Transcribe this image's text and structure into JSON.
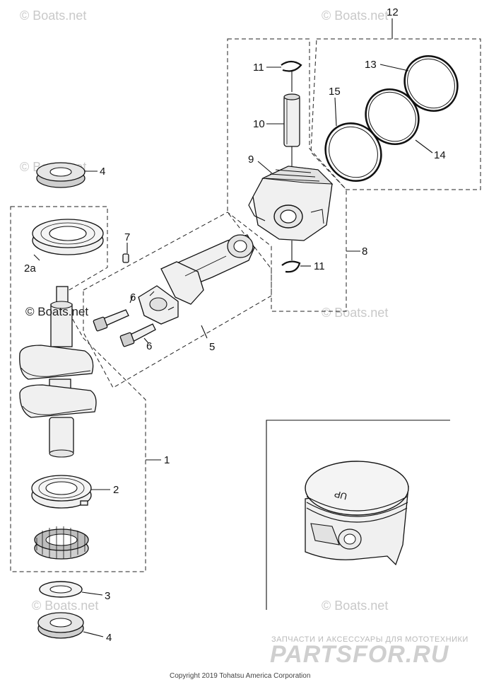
{
  "labels": {
    "l12": "12",
    "l13": "13",
    "l11a": "11",
    "l15": "15",
    "l10": "10",
    "l14": "14",
    "l9": "9",
    "l4a": "4",
    "l7": "7",
    "l8": "8",
    "l2a": "2a",
    "l11b": "11",
    "l6a": "6",
    "l6b": "6",
    "l5": "5",
    "l1": "1",
    "l2": "2",
    "l3": "3",
    "l4b": "4"
  },
  "piston_mark": "UP",
  "watermarks": {
    "w1": "© Boats.net",
    "w2": "© Boats.net",
    "w3": "© Boats.net",
    "w4": "© Boats.net",
    "w5": "© Boats.net",
    "w6": "© Boats.net",
    "w7": "© Boats.net"
  },
  "shop_tagline": "ЗАПЧАСТИ И АКСЕССУАРЫ ДЛЯ МОТОТЕХНИКИ",
  "shop_logo": "PARTSFOR.RU",
  "copyright": "Copyright 2019 Tohatsu America Corporation"
}
